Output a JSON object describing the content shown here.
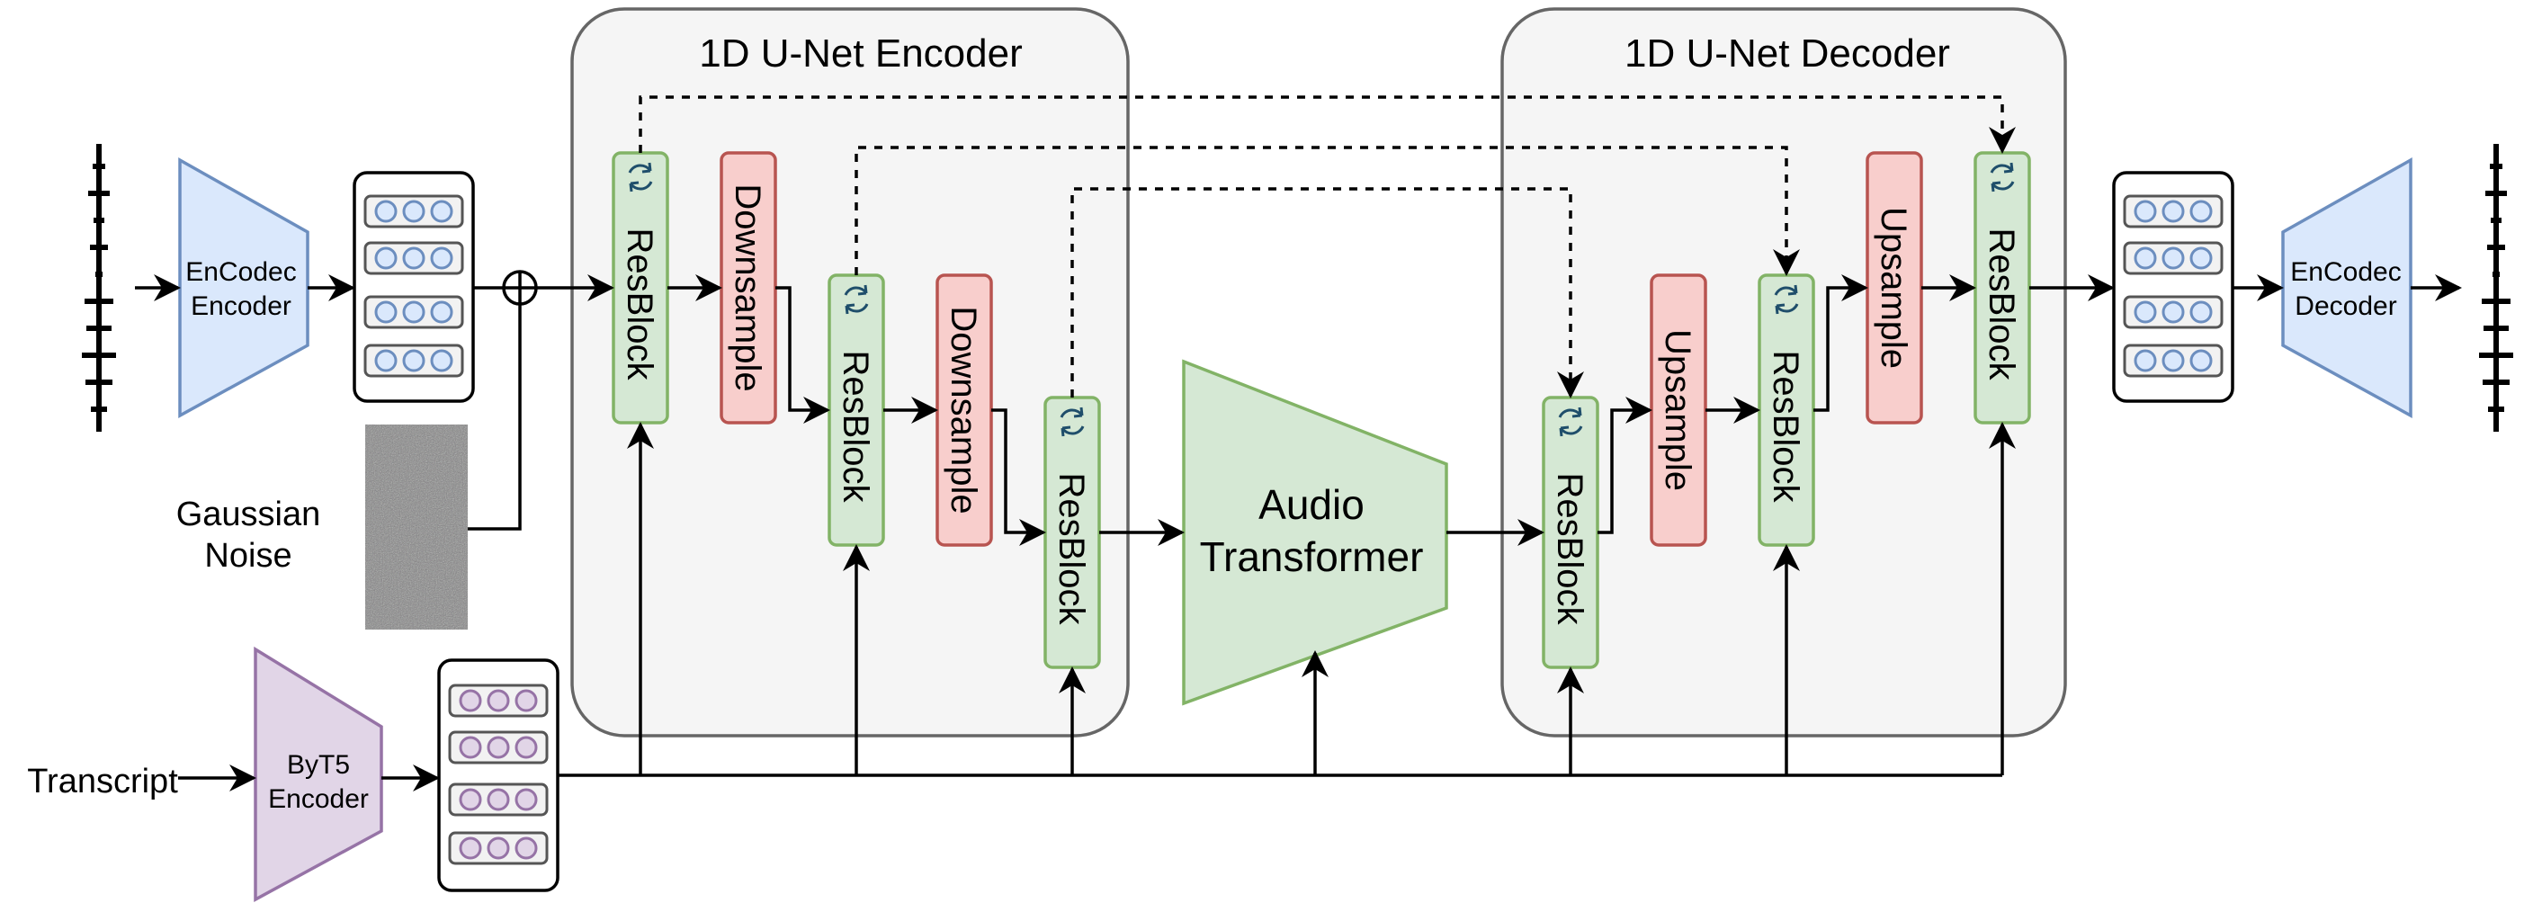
{
  "titles": {
    "encoder": "1D U-Net Encoder",
    "decoder": "1D U-Net Decoder"
  },
  "blocks": {
    "resblock": "ResBlock",
    "downsample": "Downsample",
    "upsample": "Upsample"
  },
  "encodec_encoder": [
    "EnCodec",
    "Encoder"
  ],
  "encodec_decoder": [
    "EnCodec",
    "Decoder"
  ],
  "byt5_encoder": [
    "ByT5",
    "Encoder"
  ],
  "audio_transformer": [
    "Audio",
    "Transformer"
  ],
  "gaussian_noise": [
    "Gaussian",
    "Noise"
  ],
  "transcript": "Transcript",
  "colors": {
    "unet_panel_fill": "#f5f5f5",
    "unet_panel_stroke": "#666666",
    "resblock_fill": "#d5e8d4",
    "resblock_stroke": "#82b366",
    "sample_fill": "#f8cecc",
    "sample_stroke": "#b85450",
    "encodec_fill": "#dae8fc",
    "encodec_stroke": "#6c8ebf",
    "byt5_fill": "#e1d5e7",
    "byt5_stroke": "#9673a6",
    "cycle_icon": "#1f4e6b"
  },
  "icons": [
    "waveform-icon",
    "cycle-arrows-icon",
    "embedding-token-icon",
    "noise-texture-icon",
    "sum-icon"
  ]
}
